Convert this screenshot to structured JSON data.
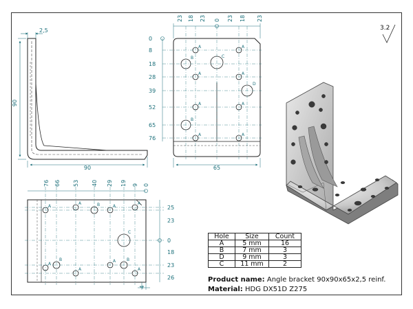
{
  "surface_finish": "3.2",
  "side_view": {
    "dims": {
      "thickness": "2,5",
      "height": "90",
      "width": "90"
    }
  },
  "front_view": {
    "top_dims": [
      "23",
      "18",
      "23",
      "0",
      "23",
      "18",
      "23"
    ],
    "left_dims": [
      "0",
      "8",
      "18",
      "28",
      "39",
      "52",
      "65",
      "76"
    ],
    "width_dim": "65"
  },
  "bottom_view": {
    "top_dims": [
      "76",
      "66",
      "53",
      "40",
      "29",
      "19",
      "9",
      "0"
    ],
    "right_dims": [
      "25",
      "23",
      "0",
      "18",
      "23",
      "26"
    ],
    "small_dim": "4"
  },
  "hole_labels": {
    "a": "A",
    "b": "B",
    "c": "C",
    "d": "D"
  },
  "hole_table": {
    "headers": [
      "Hole",
      "Size",
      "Count"
    ],
    "rows": [
      [
        "A",
        "5 mm",
        "16"
      ],
      [
        "B",
        "7 mm",
        "3"
      ],
      [
        "D",
        "9 mm",
        "3"
      ],
      [
        "C",
        "11 mm",
        "2"
      ]
    ]
  },
  "product": {
    "label": "Product name:",
    "value": "Angle bracket 90x90x65x2,5 reinf."
  },
  "material": {
    "label": "Material:",
    "value": "HDG DX51D Z275"
  }
}
